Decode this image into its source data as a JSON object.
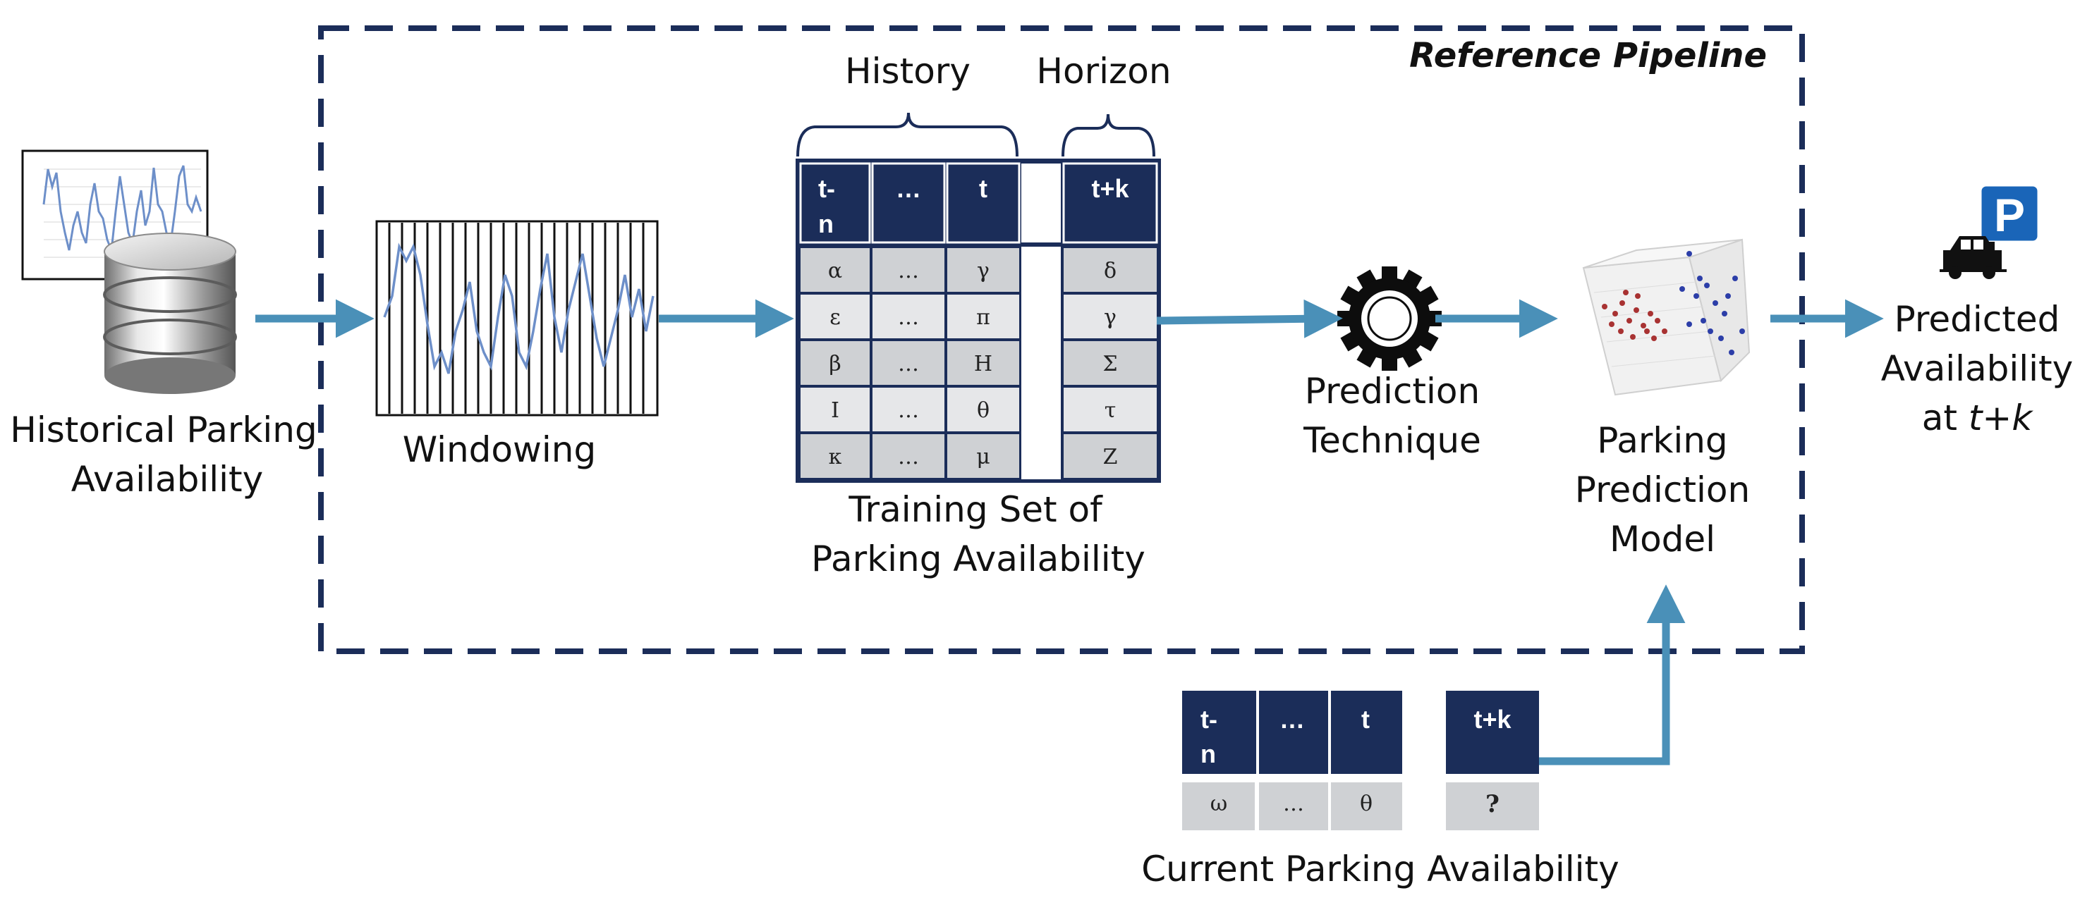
{
  "pipeline": {
    "title": "Reference Pipeline"
  },
  "source": {
    "label_line1": "Historical Parking",
    "label_line2": "Availability"
  },
  "windowing": {
    "label": "Windowing"
  },
  "training": {
    "history_label": "History",
    "horizon_label": "Horizon",
    "headers": {
      "c1_line1": "t-",
      "c1_line2": "n",
      "c2": "…",
      "c3": "t",
      "c4": "t+k"
    },
    "rows": [
      [
        "α",
        "…",
        "γ",
        "δ"
      ],
      [
        "ε",
        "…",
        "π",
        "γ"
      ],
      [
        "β",
        "…",
        "Η",
        "Σ"
      ],
      [
        "Ι",
        "…",
        "θ",
        "τ"
      ],
      [
        "κ",
        "…",
        "μ",
        "Ζ"
      ]
    ],
    "label_line1": "Training Set of",
    "label_line2": "Parking Availability"
  },
  "technique": {
    "label_line1": "Prediction",
    "label_line2": "Technique"
  },
  "model": {
    "label_line1": "Parking",
    "label_line2": "Prediction",
    "label_line3": "Model"
  },
  "output": {
    "parking_sign": "P",
    "label_line1": "Predicted",
    "label_line2": "Availability",
    "label_line3_prefix": "at ",
    "label_line3_var": "t+k"
  },
  "current": {
    "headers": {
      "c1_line1": "t-",
      "c1_line2": "n",
      "c2": "…",
      "c3": "t",
      "c4": "t+k"
    },
    "row": [
      "ω",
      "…",
      "θ",
      "?"
    ],
    "label": "Current Parking Availability"
  },
  "colors": {
    "navy": "#1b2d59",
    "arrow": "#4a90b8",
    "cell_dark": "#cfd1d4",
    "cell_light": "#e6e7e9",
    "question": "#e0161e"
  }
}
